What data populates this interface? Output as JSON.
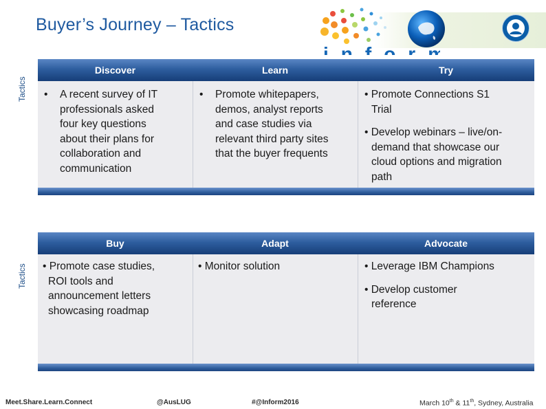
{
  "slide": {
    "title": "Buyer’s Journey – Tactics",
    "brand_word": "inform"
  },
  "row_label": "Tactics",
  "panel_top": {
    "headers": [
      "Discover",
      "Learn",
      "Try"
    ],
    "discover": [
      "A recent survey of IT",
      "professionals asked",
      "four key questions",
      "about their plans for",
      "collaboration and",
      "communication"
    ],
    "learn": [
      "Promote whitepapers,",
      "demos, analyst reports",
      "and case studies via",
      "relevant third party sites",
      "that the buyer frequents"
    ],
    "try": [
      {
        "first": "• Promote Connections S1",
        "rest": [
          "Trial"
        ]
      },
      {
        "first": "• Develop webinars – live/on-",
        "rest": [
          "demand that showcase our",
          "cloud options and migration",
          "path"
        ]
      }
    ]
  },
  "panel_bottom": {
    "headers": [
      "Buy",
      "Adapt",
      "Advocate"
    ],
    "buy": {
      "first": "• Promote case studies,",
      "rest": [
        "ROI tools and",
        "announcement letters",
        "showcasing roadmap"
      ]
    },
    "adapt": {
      "first": "• Monitor solution",
      "rest": []
    },
    "advocate": [
      {
        "first": "• Leverage IBM Champions",
        "rest": []
      },
      {
        "first": "• Develop customer",
        "rest": [
          "reference"
        ]
      }
    ]
  },
  "footer": {
    "tagline": "Meet.Share.Learn.Connect",
    "handle": "@AusLUG",
    "hashtag": "#@Inform2016",
    "date_prefix": "March 10",
    "sup1": "th",
    "date_mid": " & 11",
    "sup2": "th",
    "date_suffix": ", Sydney, Australia"
  },
  "colors": {
    "title": "#1f5aa0",
    "header_bar": "#2e5e9f",
    "cell_bg": "#ececef",
    "brand_blue": "#1466b5"
  },
  "icons": [
    "dot-cluster-logo",
    "globe-icon",
    "person-icon"
  ]
}
